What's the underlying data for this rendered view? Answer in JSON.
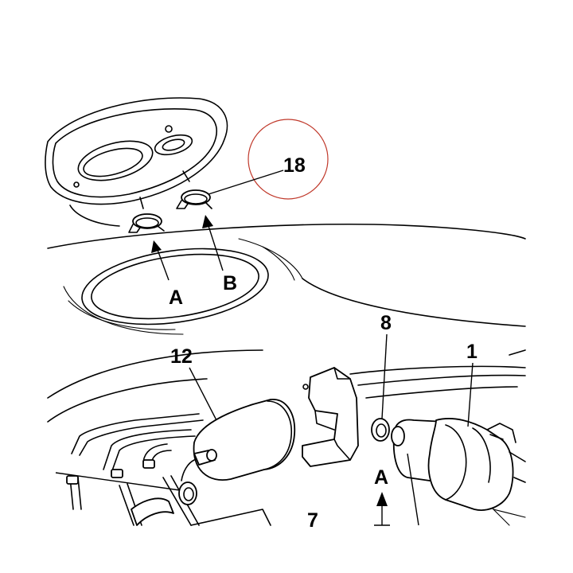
{
  "callouts": {
    "c18": "18",
    "cA_top": "A",
    "cB_top": "B",
    "c8": "8",
    "c1": "1",
    "c12": "12",
    "cA_bottom": "A",
    "c7": "7"
  },
  "colors": {
    "highlight_circle": "#c0392b",
    "line": "#000000",
    "background": "#ffffff"
  }
}
